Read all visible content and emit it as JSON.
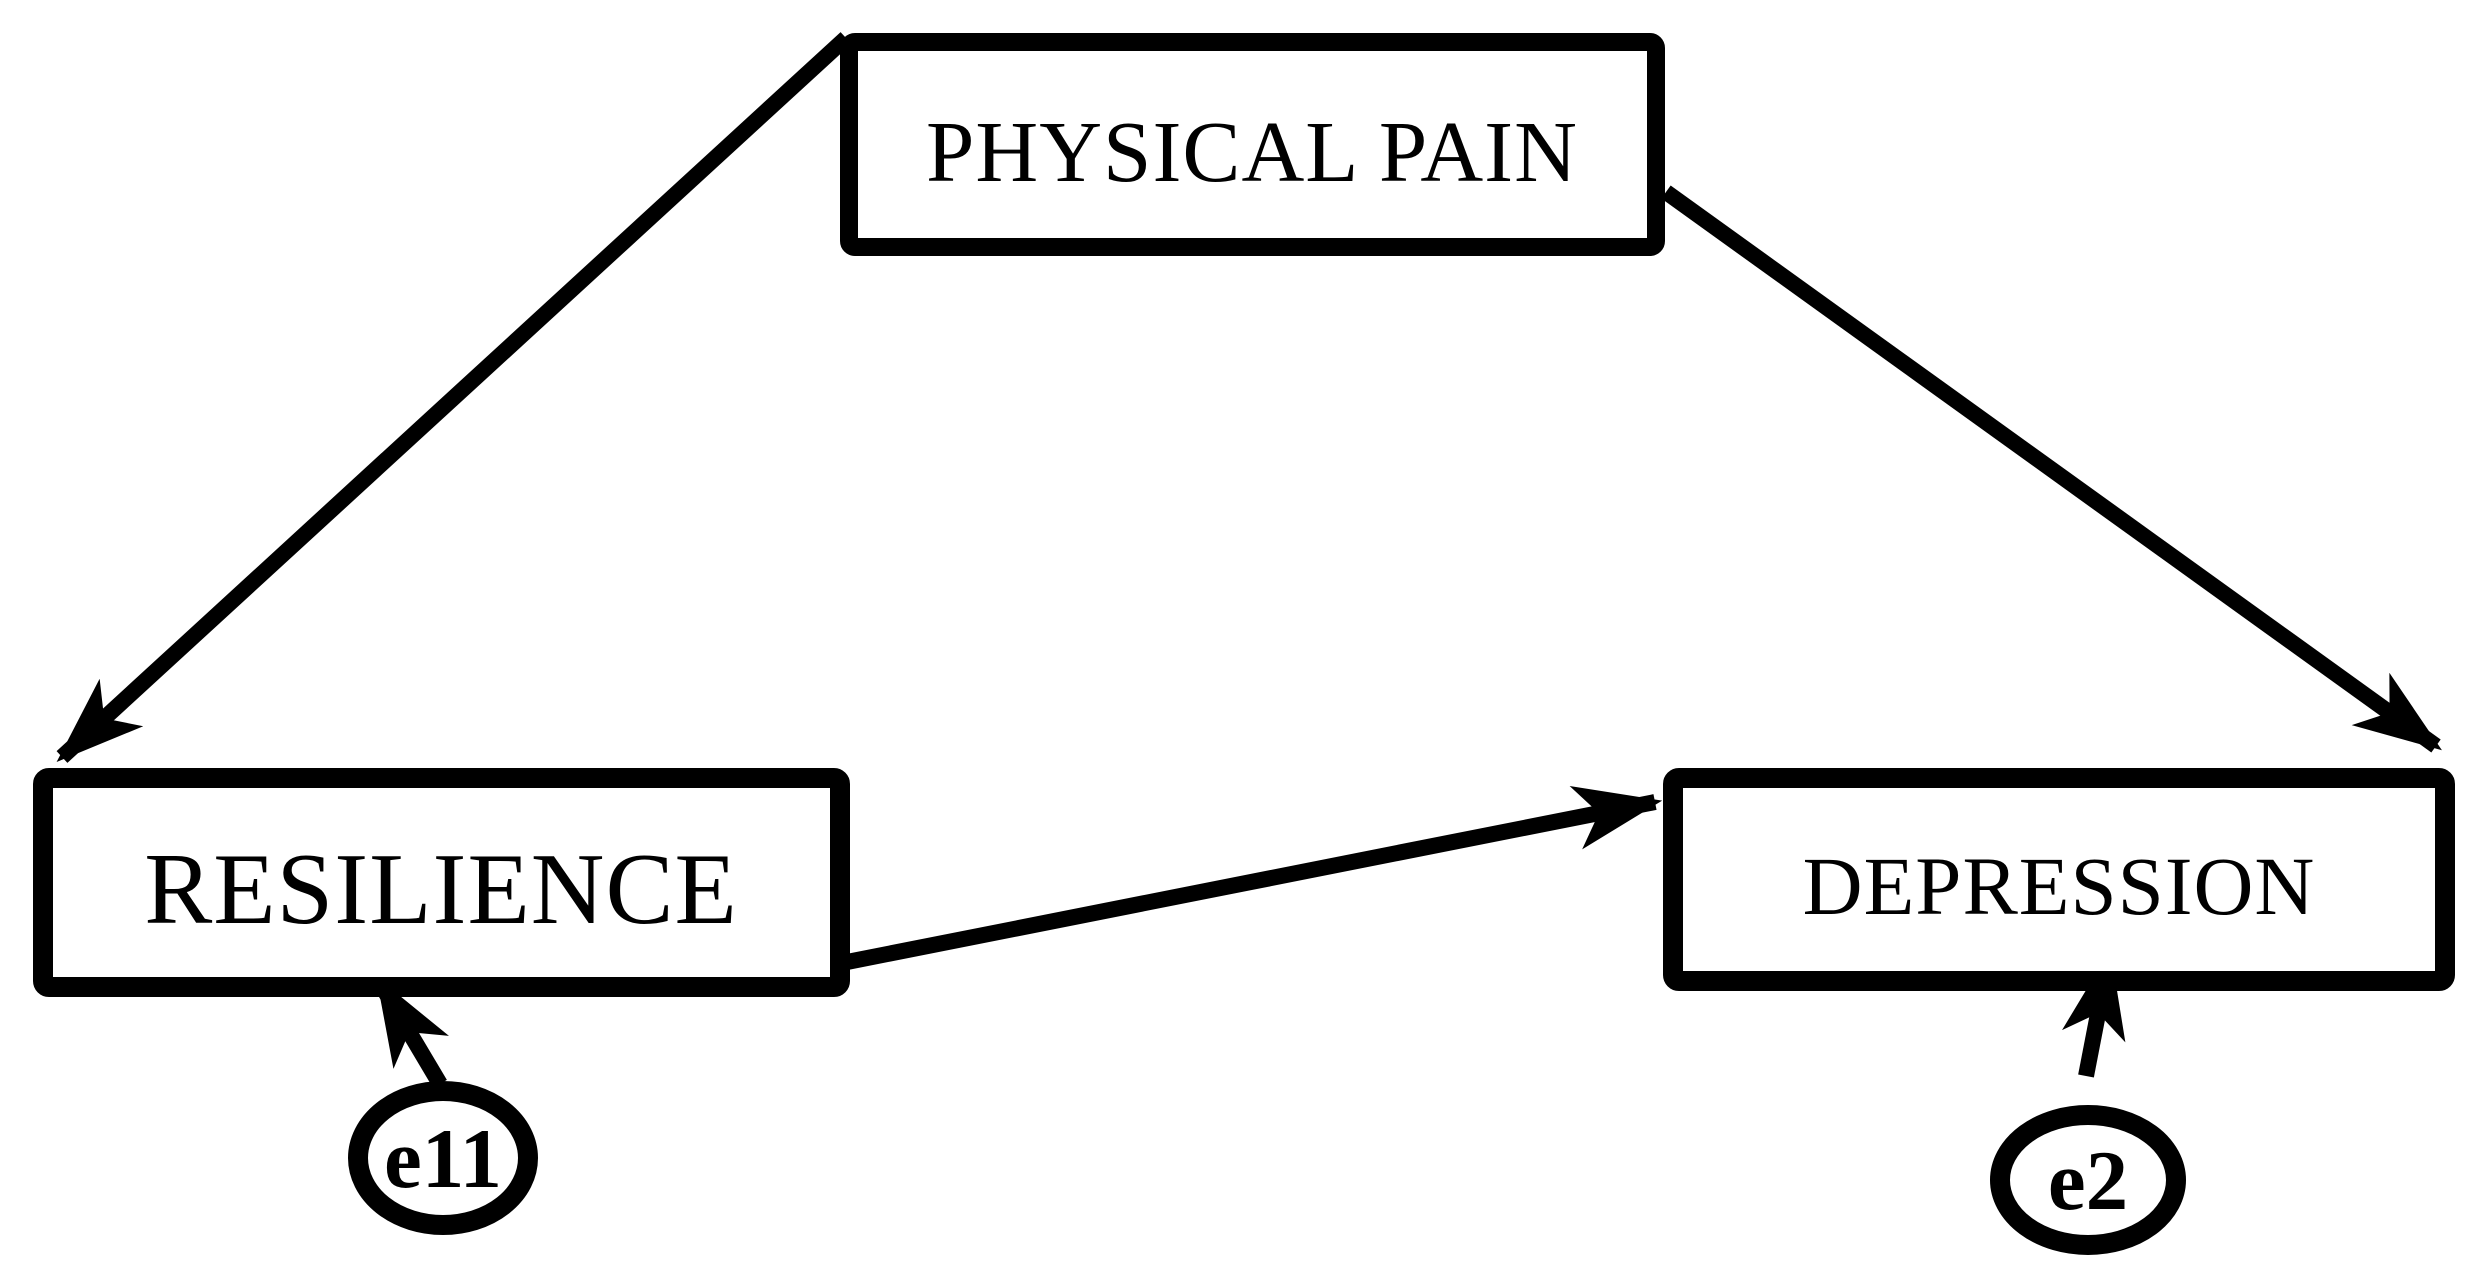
{
  "figure": {
    "type": "path-diagram",
    "colors": {
      "ink": "#000000",
      "background": "#ffffff"
    },
    "nodes": {
      "physical_pain": {
        "label": "PHYSICAL PAIN",
        "shape": "rectangle"
      },
      "resilience": {
        "label": "RESILIENCE",
        "shape": "rectangle"
      },
      "depression": {
        "label": "DEPRESSION",
        "shape": "rectangle"
      },
      "e11": {
        "label": "e11",
        "shape": "ellipse"
      },
      "e2": {
        "label": "e2",
        "shape": "ellipse"
      }
    },
    "edges": [
      {
        "from": "physical_pain",
        "to": "resilience",
        "style": "arrow"
      },
      {
        "from": "physical_pain",
        "to": "depression",
        "style": "arrow"
      },
      {
        "from": "resilience",
        "to": "depression",
        "style": "arrow"
      },
      {
        "from": "e11",
        "to": "resilience",
        "style": "arrow"
      },
      {
        "from": "e2",
        "to": "depression",
        "style": "arrow"
      }
    ]
  }
}
